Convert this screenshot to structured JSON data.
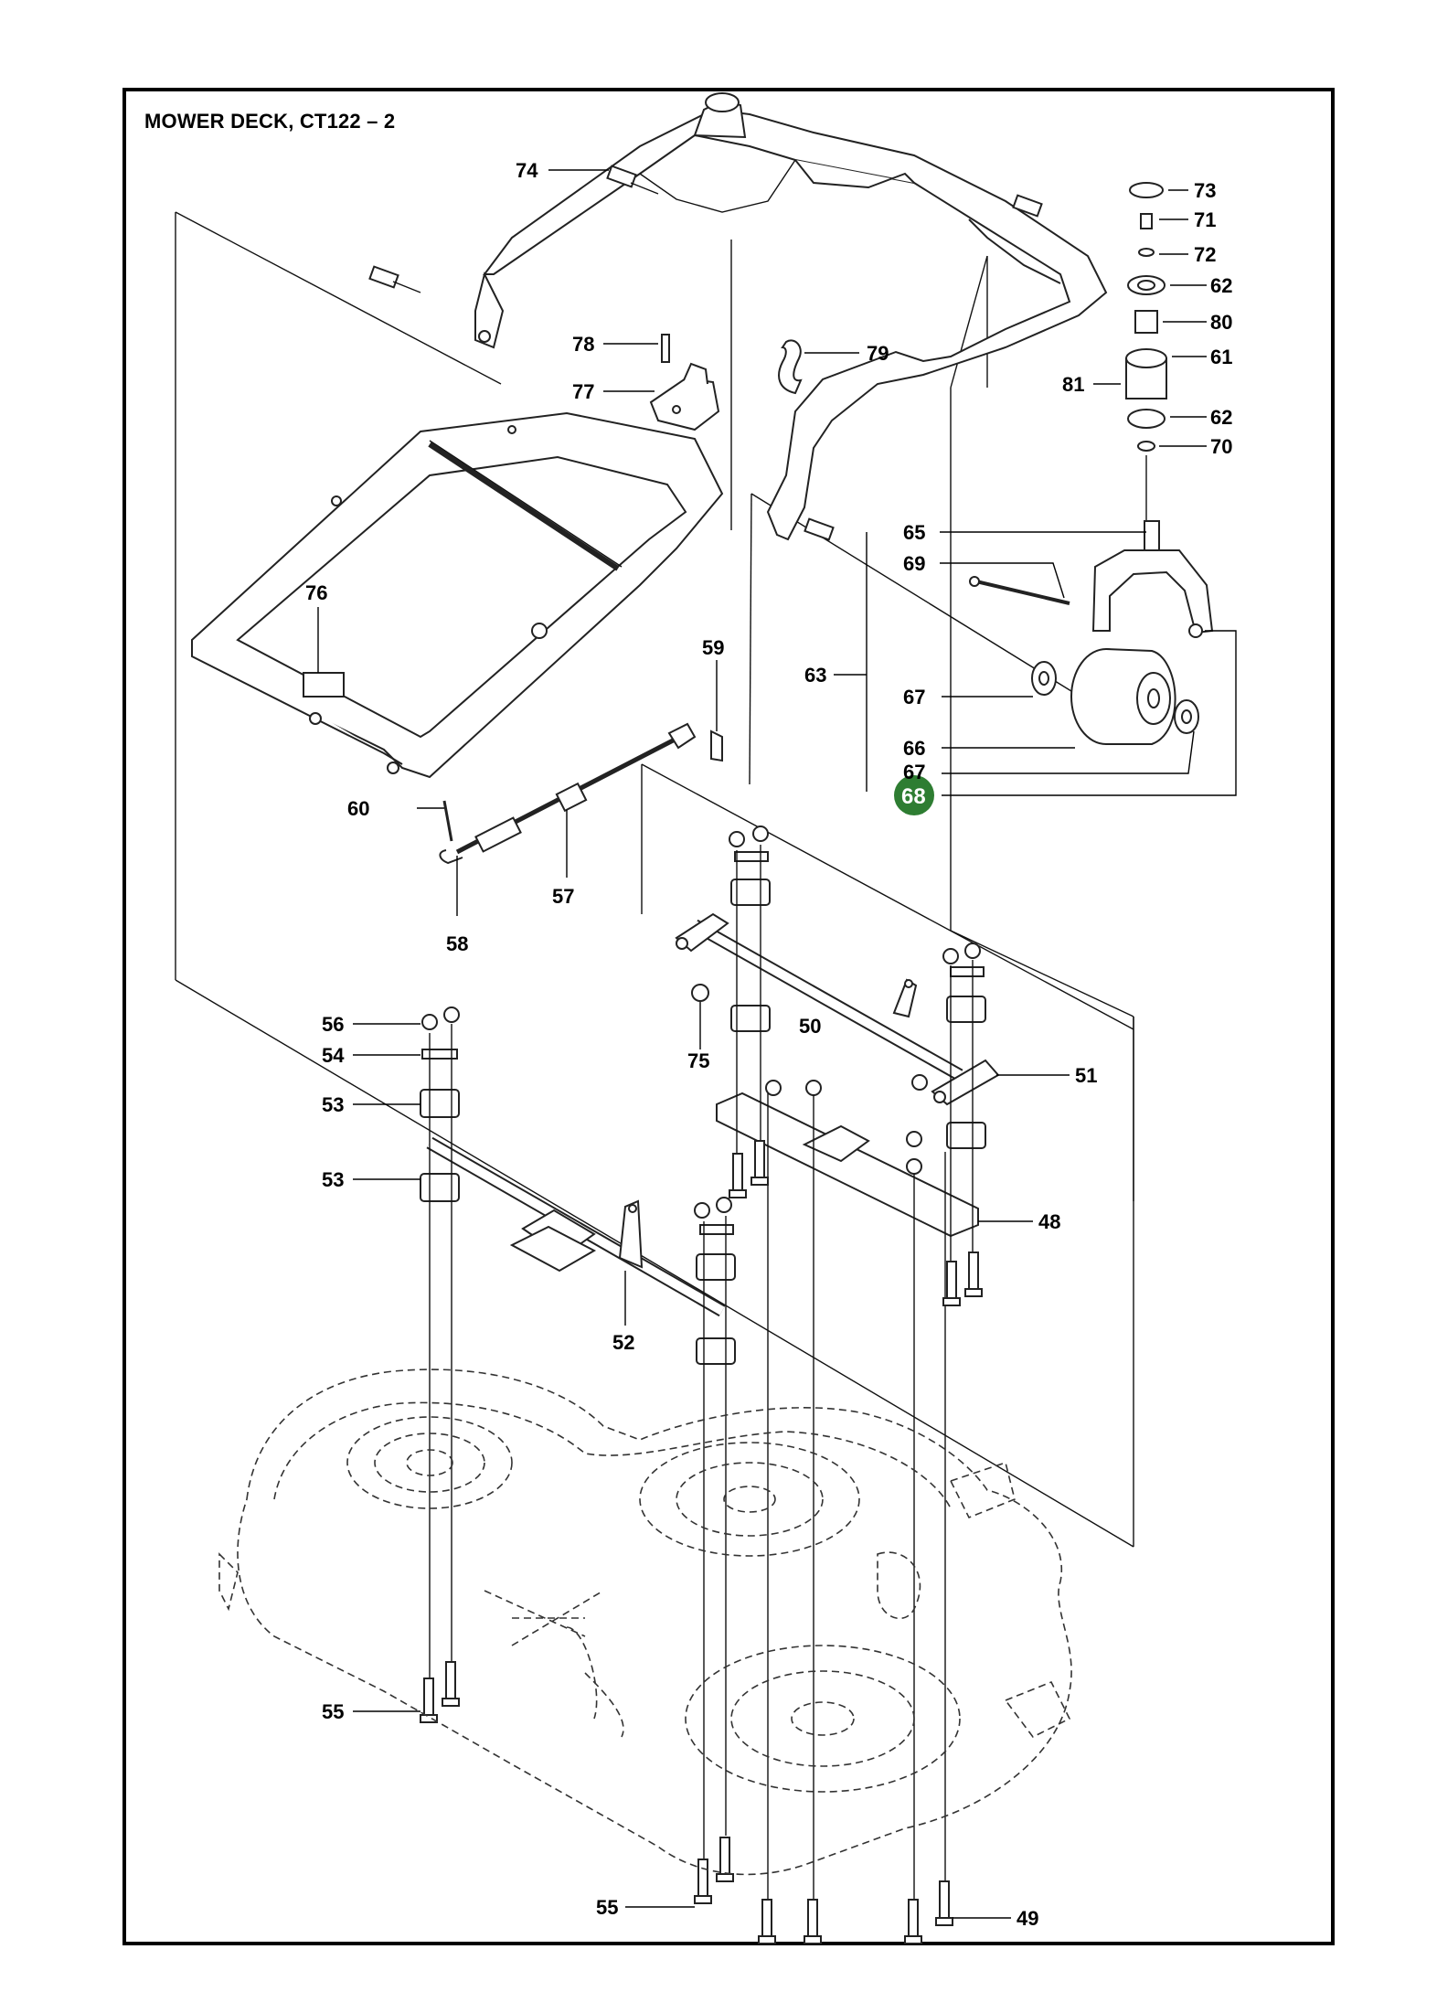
{
  "title": "MOWER DECK, CT122 – 2",
  "highlight_color": "#2e7d32",
  "callouts": [
    {
      "id": "74",
      "text": "74",
      "highlight": false
    },
    {
      "id": "73",
      "text": "73",
      "highlight": false
    },
    {
      "id": "71",
      "text": "71",
      "highlight": false
    },
    {
      "id": "72",
      "text": "72",
      "highlight": false
    },
    {
      "id": "62a",
      "text": "62",
      "highlight": false
    },
    {
      "id": "80",
      "text": "80",
      "highlight": false
    },
    {
      "id": "61",
      "text": "61",
      "highlight": false
    },
    {
      "id": "81",
      "text": "81",
      "highlight": false
    },
    {
      "id": "62b",
      "text": "62",
      "highlight": false
    },
    {
      "id": "70",
      "text": "70",
      "highlight": false
    },
    {
      "id": "78",
      "text": "78",
      "highlight": false
    },
    {
      "id": "79",
      "text": "79",
      "highlight": false
    },
    {
      "id": "77",
      "text": "77",
      "highlight": false
    },
    {
      "id": "76",
      "text": "76",
      "highlight": false
    },
    {
      "id": "65",
      "text": "65",
      "highlight": false
    },
    {
      "id": "69",
      "text": "69",
      "highlight": false
    },
    {
      "id": "63",
      "text": "63",
      "highlight": false
    },
    {
      "id": "67a",
      "text": "67",
      "highlight": false
    },
    {
      "id": "66",
      "text": "66",
      "highlight": false
    },
    {
      "id": "67b",
      "text": "67",
      "highlight": false
    },
    {
      "id": "68",
      "text": "68",
      "highlight": true
    },
    {
      "id": "59",
      "text": "59",
      "highlight": false
    },
    {
      "id": "60",
      "text": "60",
      "highlight": false
    },
    {
      "id": "57",
      "text": "57",
      "highlight": false
    },
    {
      "id": "58",
      "text": "58",
      "highlight": false
    },
    {
      "id": "56",
      "text": "56",
      "highlight": false
    },
    {
      "id": "54",
      "text": "54",
      "highlight": false
    },
    {
      "id": "53a",
      "text": "53",
      "highlight": false
    },
    {
      "id": "53b",
      "text": "53",
      "highlight": false
    },
    {
      "id": "75",
      "text": "75",
      "highlight": false
    },
    {
      "id": "50",
      "text": "50",
      "highlight": false
    },
    {
      "id": "51",
      "text": "51",
      "highlight": false
    },
    {
      "id": "48",
      "text": "48",
      "highlight": false
    },
    {
      "id": "52",
      "text": "52",
      "highlight": false
    },
    {
      "id": "55a",
      "text": "55",
      "highlight": false
    },
    {
      "id": "55b",
      "text": "55",
      "highlight": false
    },
    {
      "id": "49",
      "text": "49",
      "highlight": false
    }
  ]
}
